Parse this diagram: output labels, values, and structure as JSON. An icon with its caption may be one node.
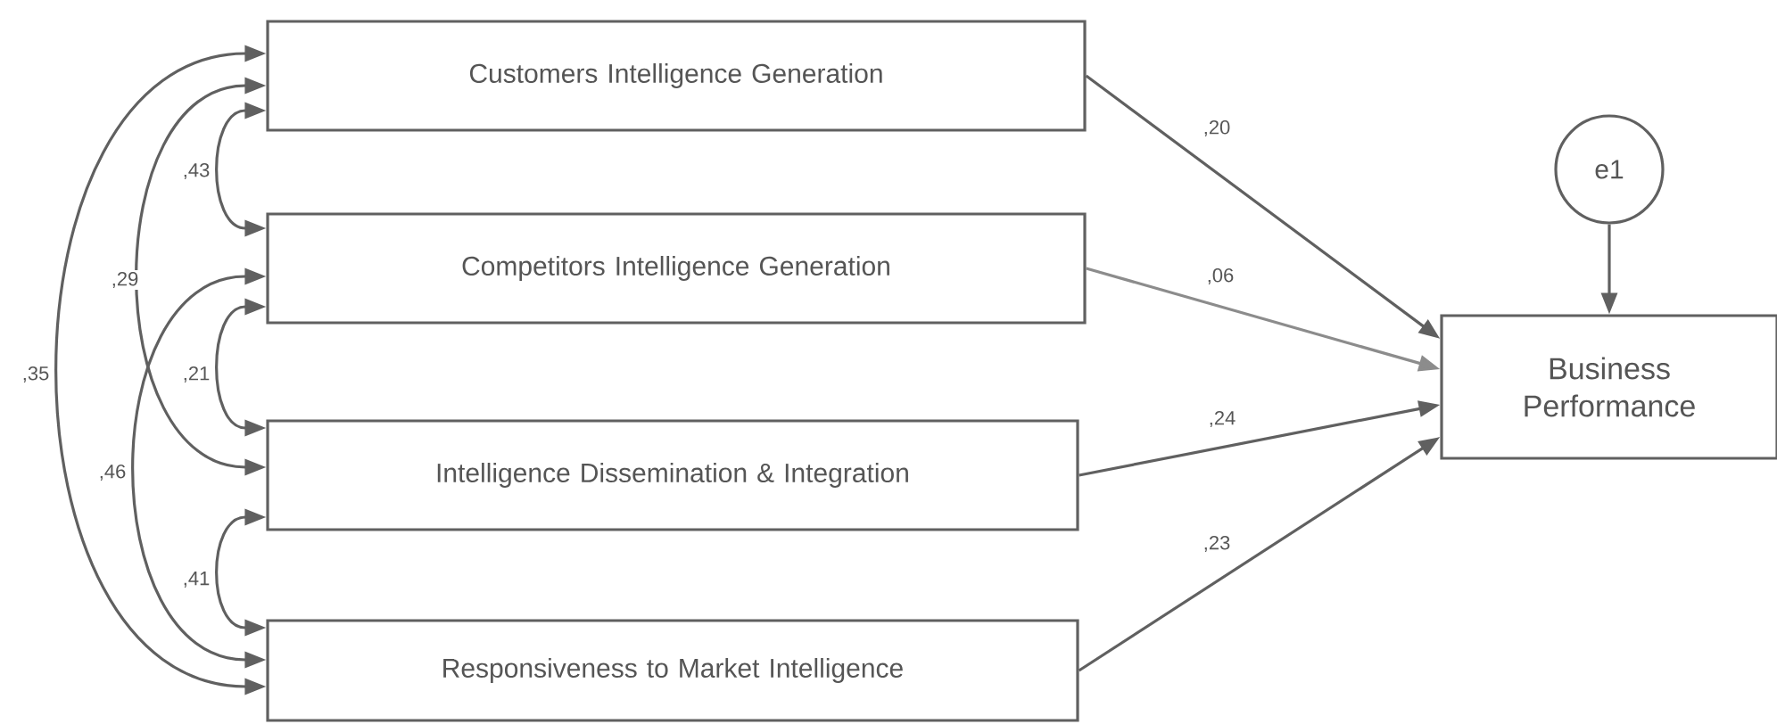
{
  "diagram": {
    "nodes": [
      {
        "text": [
          "Customers Intelligence Generation"
        ]
      },
      {
        "text": [
          "Competitors Intelligence Generation"
        ]
      },
      {
        "text": [
          "Intelligence Dissemination & Integration"
        ]
      },
      {
        "text": [
          "Responsiveness to Market Intelligence"
        ]
      },
      {
        "text": [
          "e1"
        ]
      },
      {
        "text": [
          "Business Performance"
        ]
      }
    ],
    "edges": [
      {
        "from": 0,
        "to": 1,
        "arrow": "both",
        "label": ",43"
      },
      {
        "from": 0,
        "to": 2,
        "arrow": "both",
        "label": ",29"
      },
      {
        "from": 0,
        "to": 3,
        "arrow": "both",
        "label": ",35"
      },
      {
        "from": 1,
        "to": 2,
        "arrow": "both",
        "label": ",21"
      },
      {
        "from": 1,
        "to": 3,
        "arrow": "both",
        "label": ",46"
      },
      {
        "from": 2,
        "to": 3,
        "arrow": "both",
        "label": ",41"
      },
      {
        "from": 0,
        "to": 5,
        "arrow": "to",
        "label": ",20"
      },
      {
        "from": 1,
        "to": 5,
        "arrow": "to",
        "label": ",06",
        "color": "#8c8c8c"
      },
      {
        "from": 2,
        "to": 5,
        "arrow": "to",
        "label": ",24"
      },
      {
        "from": 3,
        "to": 5,
        "arrow": "to",
        "label": ",23"
      },
      {
        "from": 4,
        "to": 5,
        "arrow": "to"
      }
    ]
  }
}
